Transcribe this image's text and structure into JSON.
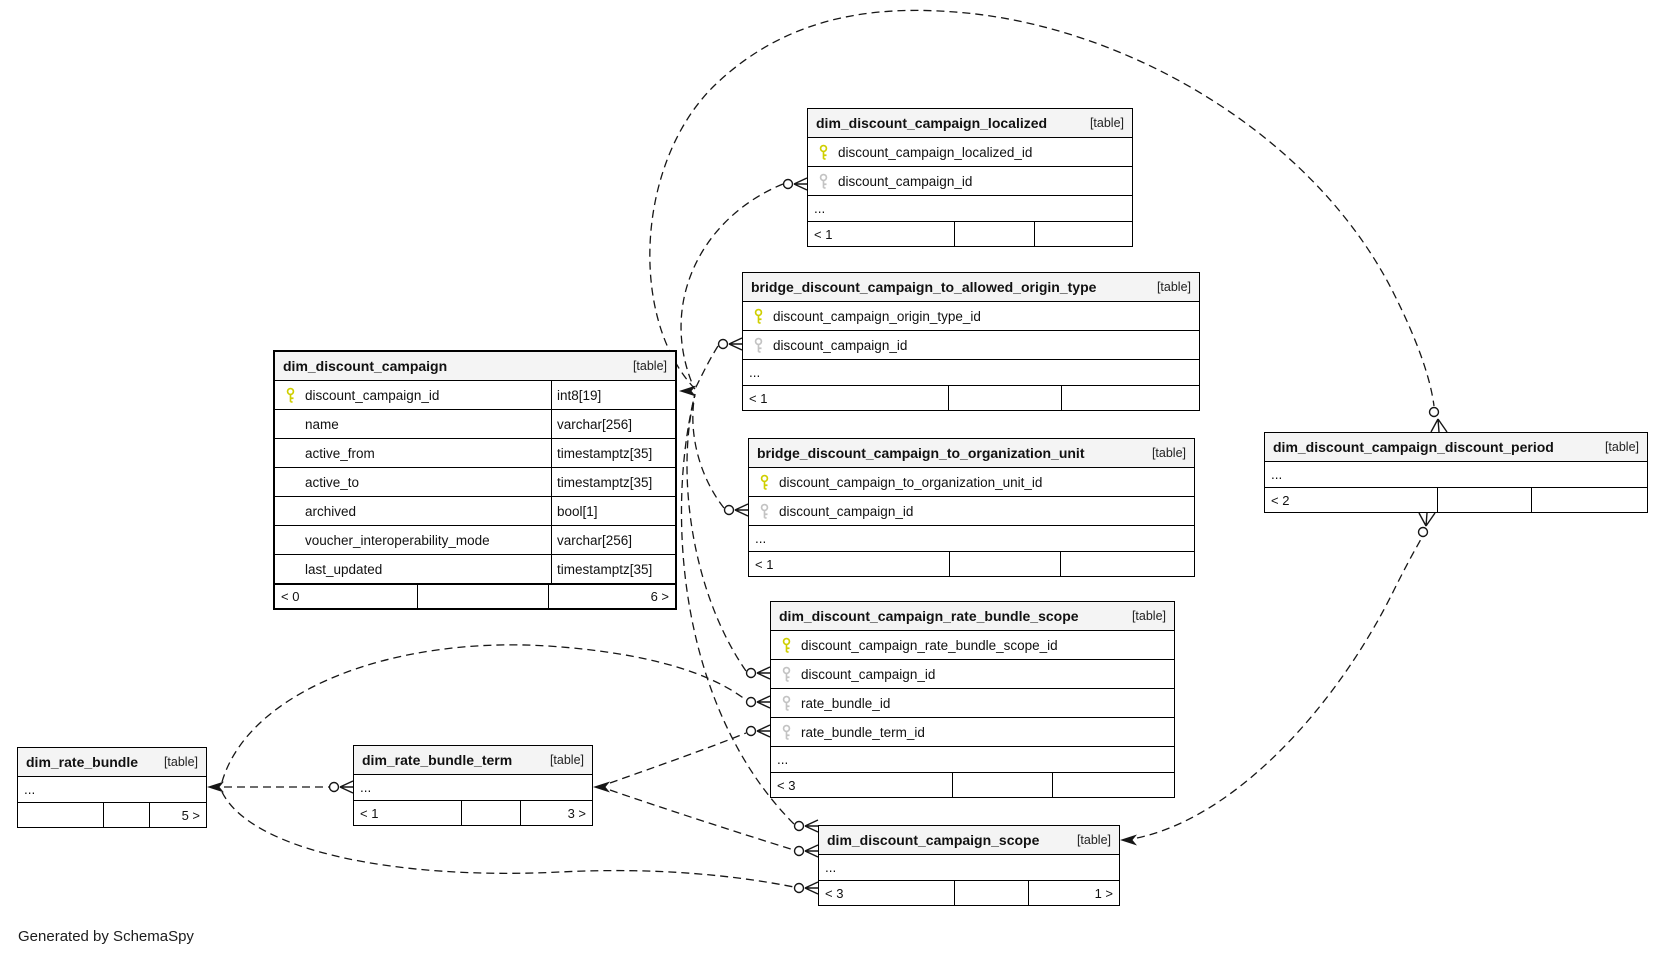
{
  "page": {
    "footer_note": "Generated by SchemaSpy"
  },
  "icons": {
    "primary_key": "key-icon",
    "foreign_key": "key-icon",
    "pk_color": "#cfcf00",
    "fk_color": "#c3c3c3"
  },
  "tables": [
    {
      "name": "dim_discount_campaign_localized",
      "tag": "[table]",
      "columns": [
        {
          "name": "discount_campaign_localized_id",
          "key": "pk"
        },
        {
          "name": "discount_campaign_id",
          "key": "fk"
        }
      ],
      "ellipsis": "...",
      "footer": {
        "left": "< 1",
        "mid": "",
        "right": ""
      }
    },
    {
      "name": "bridge_discount_campaign_to_allowed_origin_type",
      "tag": "[table]",
      "columns": [
        {
          "name": "discount_campaign_origin_type_id",
          "key": "pk"
        },
        {
          "name": "discount_campaign_id",
          "key": "fk"
        }
      ],
      "ellipsis": "...",
      "footer": {
        "left": "< 1",
        "mid": "",
        "right": ""
      }
    },
    {
      "name": "dim_discount_campaign",
      "tag": "[table]",
      "columns": [
        {
          "name": "discount_campaign_id",
          "key": "pk",
          "type": "int8[19]"
        },
        {
          "name": "name",
          "key": "",
          "type": "varchar[256]"
        },
        {
          "name": "active_from",
          "key": "",
          "type": "timestamptz[35]"
        },
        {
          "name": "active_to",
          "key": "",
          "type": "timestamptz[35]"
        },
        {
          "name": "archived",
          "key": "",
          "type": "bool[1]"
        },
        {
          "name": "voucher_interoperability_mode",
          "key": "",
          "type": "varchar[256]"
        },
        {
          "name": "last_updated",
          "key": "",
          "type": "timestamptz[35]"
        }
      ],
      "ellipsis": "",
      "footer": {
        "left": "< 0",
        "mid": "",
        "right": "6 >"
      }
    },
    {
      "name": "bridge_discount_campaign_to_organization_unit",
      "tag": "[table]",
      "columns": [
        {
          "name": "discount_campaign_to_organization_unit_id",
          "key": "pk"
        },
        {
          "name": "discount_campaign_id",
          "key": "fk"
        }
      ],
      "ellipsis": "...",
      "footer": {
        "left": "< 1",
        "mid": "",
        "right": ""
      }
    },
    {
      "name": "dim_discount_campaign_rate_bundle_scope",
      "tag": "[table]",
      "columns": [
        {
          "name": "discount_campaign_rate_bundle_scope_id",
          "key": "pk"
        },
        {
          "name": "discount_campaign_id",
          "key": "fk"
        },
        {
          "name": "rate_bundle_id",
          "key": "fk"
        },
        {
          "name": "rate_bundle_term_id",
          "key": "fk"
        }
      ],
      "ellipsis": "...",
      "footer": {
        "left": "< 3",
        "mid": "",
        "right": ""
      }
    },
    {
      "name": "dim_discount_campaign_discount_period",
      "tag": "[table]",
      "columns": [],
      "ellipsis": "...",
      "footer": {
        "left": "< 2",
        "mid": "",
        "right": ""
      }
    },
    {
      "name": "dim_rate_bundle",
      "tag": "[table]",
      "columns": [],
      "ellipsis": "...",
      "footer": {
        "left": "",
        "mid": "",
        "right": "5 >"
      }
    },
    {
      "name": "dim_rate_bundle_term",
      "tag": "[table]",
      "columns": [],
      "ellipsis": "...",
      "footer": {
        "left": "< 1",
        "mid": "",
        "right": "3 >"
      }
    },
    {
      "name": "dim_discount_campaign_scope",
      "tag": "[table]",
      "columns": [],
      "ellipsis": "...",
      "footer": {
        "left": "< 3",
        "mid": "",
        "right": "1 >"
      }
    }
  ]
}
